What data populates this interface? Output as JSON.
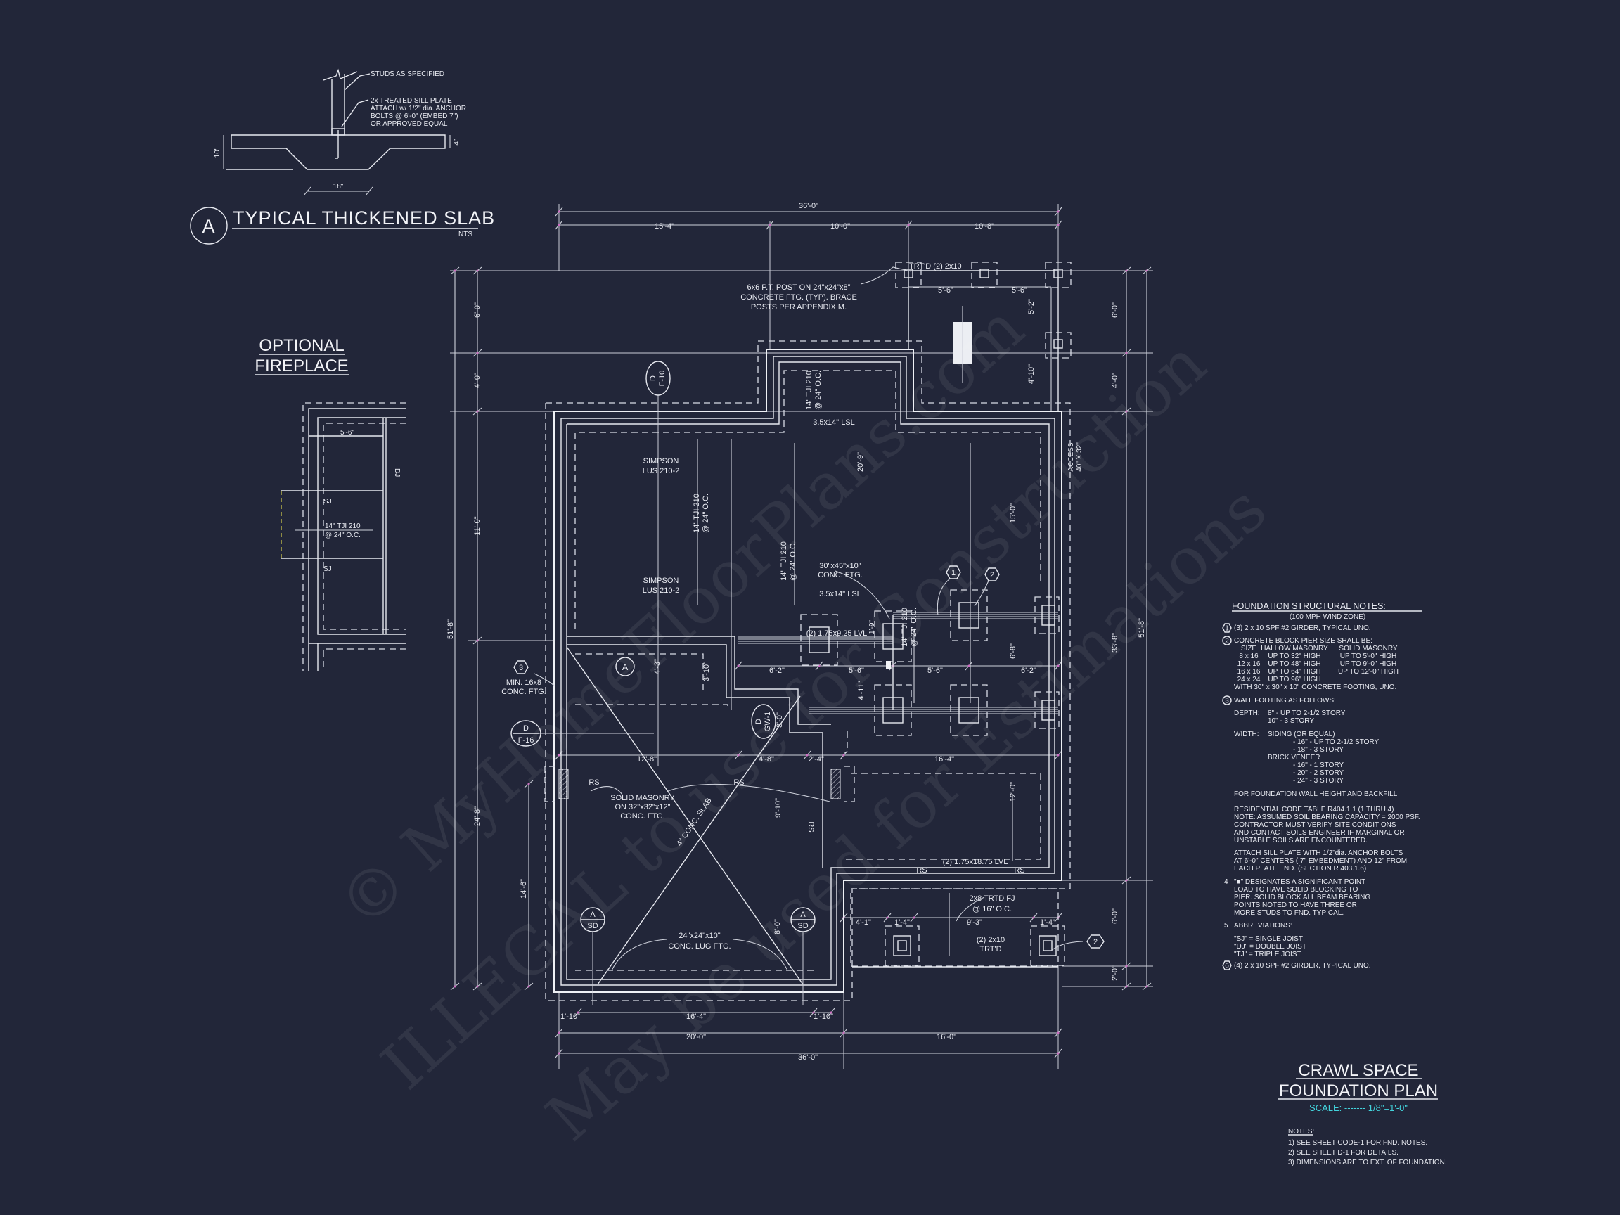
{
  "colors": {
    "background": "#222639",
    "linework": "#e6e8ef",
    "scale_text": "#43d3dc",
    "tick_marks": "#d06fc4"
  },
  "detail_a": {
    "tag": "A",
    "title": "TYPICAL THICKENED SLAB",
    "scale": "NTS",
    "studs_note": "STUDS AS SPECIFIED",
    "sill_note": [
      "2x  TREATED SILL PLATE",
      "ATTACH w/ 1/2\" dia. ANCHOR",
      "BOLTS @ 6'-0\" (EMBED 7\")",
      "OR APPROVED EQUAL"
    ],
    "dim_width": "18\"",
    "dim_depth": "10\"",
    "dim_slab": "4\""
  },
  "fireplace": {
    "title_line1": "OPTIONAL",
    "title_line2": "FIREPLACE",
    "dim": "5'-6\"",
    "dj": "DJ",
    "sj_top": "SJ",
    "sj_bottom": "SJ",
    "joist_line1": "14\" TJI 210",
    "joist_line2": "@ 24\" O.C."
  },
  "plan": {
    "top_dims": {
      "overall": "36'-0\"",
      "a": "15'-4\"",
      "b": "10'-0\"",
      "c": "10'-8\""
    },
    "bottom_dims": {
      "a": "1'-10\"",
      "b": "16'-4\"",
      "c": "1'-10\"",
      "d": "20'-0\"",
      "e": "16'-0\"",
      "overall": "36'-0\""
    },
    "left_dims": {
      "a": "6'-0\"",
      "b": "4'-0\"",
      "c": "11'-0\"",
      "d": "24'-8\"",
      "overall": "51'-8\"",
      "inner": "14'-6\""
    },
    "right_dims": {
      "a": "6'-0\"",
      "b": "4'-0\"",
      "c": "33'-8\"",
      "d": "6'-0\"",
      "e": "2'-0\"",
      "overall": "51'-8\""
    },
    "porch": {
      "trtd": "TRT'D (2) 2x10",
      "dim_a": "5'-6\"",
      "dim_b": "5'-6\"",
      "dim_v1": "5'-2\"",
      "dim_v2": "4'-10\""
    },
    "post_note": [
      "6x6 P.T. POST ON 24\"x24\"x8\"",
      "CONCRETE FTG. (TYP). BRACE",
      "POSTS PER APPENDIX M."
    ],
    "sections": {
      "d_f10": {
        "top": "D",
        "bottom": "F-10"
      },
      "d_f16": {
        "top": "D",
        "bottom": "F-16"
      },
      "d_gw1": {
        "top": "D",
        "bottom": "GW-1"
      },
      "a_plain": "A",
      "a_sd_left": {
        "top": "A",
        "bottom": "SD"
      },
      "a_sd_right": {
        "top": "A",
        "bottom": "SD"
      }
    },
    "labels": {
      "bump_joist1": "14\" TJI 210",
      "bump_joist2": "@ 24\" O.C.",
      "lsl_top": "3.5x14\" LSL",
      "simpson1a": "SIMPSON",
      "simpson1b": "LUS 210-2",
      "simpson2a": "SIMPSON",
      "simpson2b": "LUS 210-2",
      "joist_left1": "14\" TJI 210",
      "joist_left2": "@ 24\" O.C.",
      "joist_mid1": "14\" TJI 210",
      "joist_mid2": "@ 24\" O.C.",
      "joist_right1": "14\" TJI 210",
      "joist_right2": "@ 24\" O.C.",
      "dim_20_9": "20'-9\"",
      "dim_15_0": "15'-0\"",
      "access1": "ACCESS",
      "access2": "40\" X 32\"",
      "ftg1": "30\"x45\"x10\"",
      "ftg2": "CONC. FTG.",
      "lsl_mid": "3.5x14\" LSL",
      "lvl_mid": "(2) 1.75x9.25 LVL",
      "dim_1_9": "1'-9\"",
      "hex1": "1",
      "hex2": "2",
      "hex3": "3",
      "hex2b": "2",
      "dim_6_8": "6'-8\"",
      "row_a": "6'-2\"",
      "row_b": "5'-6\"",
      "row_c": "5'-6\"",
      "row_d": "6'-2\"",
      "dim_4_11": "4'-11\"",
      "dim_4_3": "4'-3\"",
      "dim_3_10": "3'-10\"",
      "min_ftg1": "MIN. 16x8",
      "min_ftg2": "CONC. FTG.",
      "dim_3_0": "3'-0\"",
      "mid_a": "12'-8\"",
      "mid_b": "4'-8\"",
      "mid_c": "2'-4\"",
      "mid_d": "16'-4\"",
      "rs1": "RS",
      "rs2": "RS",
      "rs3": "RS",
      "rs4": "RS",
      "rs5": "RS",
      "masonry1": "SOLID MASONRY",
      "masonry2": "ON 32\"x32\"x12\"",
      "masonry3": "CONC. FTG.",
      "slab": "4\" CONC. SLAB",
      "dim_9_10": "9'-10\"",
      "dim_12_0": "12'-0\"",
      "lvl_bottom": "(2) 1.75x18.75 LVL",
      "fj1": "2x8 TRTD FJ",
      "fj2": "@ 16\" O.C.",
      "dim_8_0": "8'-0\"",
      "lug1": "24\"x24\"x10\"",
      "lug2": "CONC. LUG FTG.",
      "p_a": "4'-1\"",
      "p_b": "1'-4\"",
      "p_c": "9'-3\"",
      "p_d": "1'-4\"",
      "trtd1": "(2) 2x10",
      "trtd2": "TRT'D"
    }
  },
  "notes": {
    "title": "FOUNDATION STRUCTURAL NOTES:",
    "subtitle": "(100 MPH WIND ZONE)",
    "n1": "(3) 2 x 10 SPF #2 GIRDER, TYPICAL UNO.",
    "n2": "CONCRETE BLOCK PIER SIZE SHALL BE:",
    "pier_table": {
      "headers": [
        "SIZE",
        "HALLOW MASONRY",
        "SOLID MASONRY"
      ],
      "rows": [
        [
          "8 x 16",
          "UP TO 32\" HIGH",
          "UP TO 5'-0\" HIGH"
        ],
        [
          "12 x 16",
          "UP TO 48\" HIGH",
          "UP TO 9'-0\" HIGH"
        ],
        [
          "16 x 16",
          "UP TO 64\" HIGH",
          "UP TO 12'-0\" HIGH"
        ],
        [
          "24 x 24",
          "UP TO 96\" HIGH",
          ""
        ]
      ],
      "footer": "WITH 30\" x 30\" x 10\" CONCRETE FOOTING, UNO."
    },
    "n3": "WALL FOOTING AS FOLLOWS:",
    "depth_label": "DEPTH:",
    "depth": [
      "8\" - UP TO 2-1/2 STORY",
      "10\" - 3 STORY"
    ],
    "width_label": "WIDTH:",
    "siding": "SIDING (OR EQUAL)",
    "siding_items": [
      "- 16\" - UP TO 2-1/2 STORY",
      "- 18\" - 3 STORY"
    ],
    "brick": "BRICK VENEER",
    "brick_items": [
      "- 16\" - 1 STORY",
      "- 20\" - 2 STORY",
      "- 24\" - 3 STORY"
    ],
    "backfill": "FOR FOUNDATION WALL HEIGHT AND BACKFILL",
    "code": [
      "RESIDENTIAL CODE TABLE R404.1.1 (1 THRU 4)",
      "NOTE: ASSUMED SOIL BEARING CAPACITY = 2000 PSF.",
      "CONTRACTOR MUST VERIFY SITE CONDITIONS",
      "AND CONTACT SOILS ENGINEER IF MARGINAL OR",
      "UNSTABLE SOILS ARE ENCOUNTERED."
    ],
    "sill": [
      "ATTACH SILL PLATE WITH 1/2\"dia. ANCHOR BOLTS",
      "AT 6'-0\" CENTERS ( 7\" EMBEDMENT) AND 12\" FROM",
      "EACH PLATE END. (SECTION R 403.1.6)"
    ],
    "n4_num": "4",
    "n4": [
      "\"■\" DESIGNATES A SIGNIFICANT POINT",
      "LOAD TO HAVE SOLID BLOCKING TO",
      "PIER. SOLID BLOCK ALL BEAM BEARING",
      "POINTS NOTED TO HAVE THREE OR",
      "MORE STUDS TO FND. TYPICAL."
    ],
    "n5_num": "5",
    "n5": "ABBREVIATIONS:",
    "abbr": [
      "\"SJ\" = SINGLE JOIST",
      "\"DJ\" = DOUBLE JOIST",
      "\"TJ\" = TRIPLE JOIST"
    ],
    "n6": "(4) 2 x 10 SPF #2 GIRDER, TYPICAL UNO.",
    "markers": [
      "1",
      "2",
      "3",
      "6"
    ]
  },
  "title_block": {
    "line1": "CRAWL SPACE",
    "line2": "FOUNDATION PLAN",
    "scale": "SCALE: ------- 1/8\"=1'-0\"",
    "notes_title": "NOTES:",
    "notes": [
      "1)  SEE SHEET CODE-1 FOR FND. NOTES.",
      "2)  SEE SHEET D-1 FOR DETAILS.",
      "3)  DIMENSIONS ARE TO EXT. OF FOUNDATION."
    ]
  },
  "watermark": [
    "© MyHomeFloorPlans.com",
    "ILLEGAL to use for Construction",
    "May be used for Estimations"
  ]
}
